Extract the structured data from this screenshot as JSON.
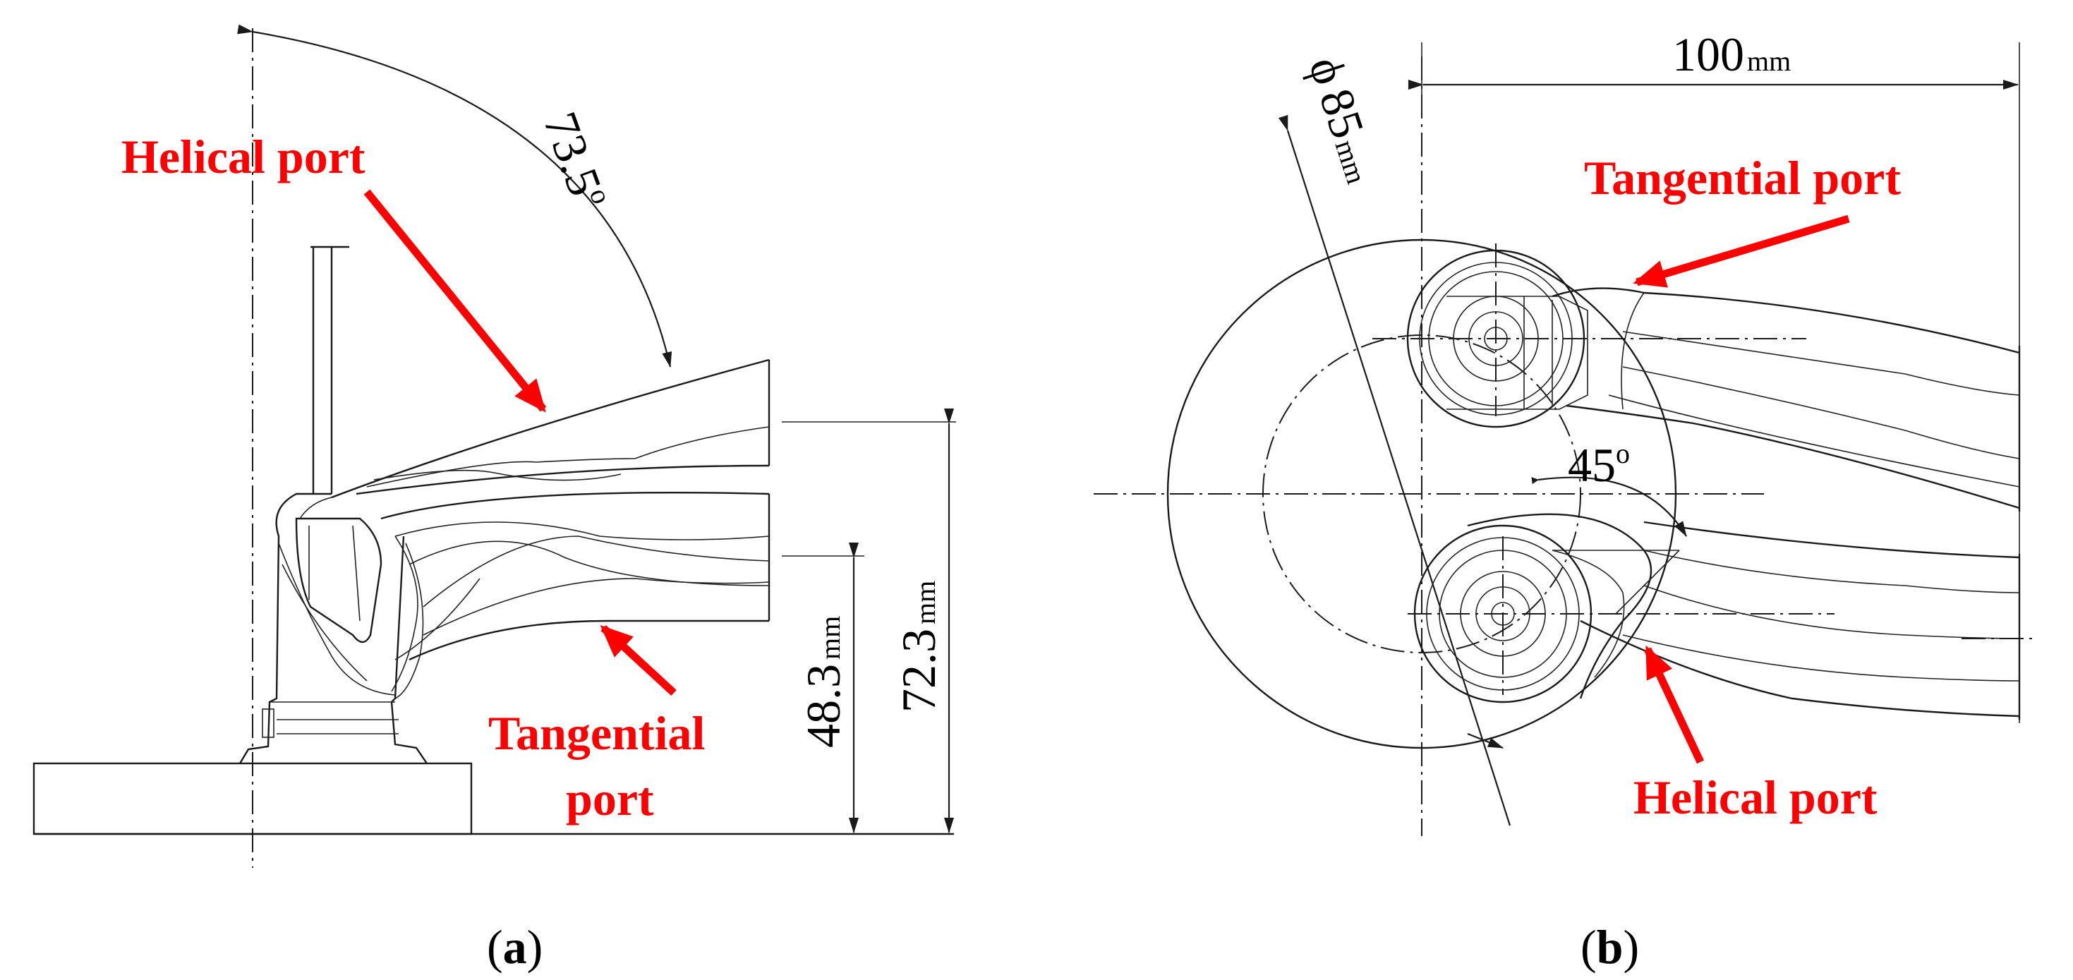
{
  "colors": {
    "annotation": "#ff0000",
    "line": "#1a1a1a",
    "background": "#ffffff"
  },
  "panel_a": {
    "caption_letter": "a",
    "helical_label": "Helical port",
    "tangential_label_line1": "Tangential",
    "tangential_label_line2": "port",
    "angle_value": "73.5",
    "angle_unit": "o",
    "dim_short_value": "48.3",
    "dim_short_unit": "mm",
    "dim_long_value": "72.3",
    "dim_long_unit": "mm"
  },
  "panel_b": {
    "caption_letter": "b",
    "width_value": "100",
    "width_unit": "mm",
    "diameter_symbol": "ϕ",
    "diameter_value": "85",
    "diameter_unit": "mm",
    "angle_value": "45",
    "angle_unit": "o",
    "tangential_label": "Tangential port",
    "helical_label": "Helical port"
  }
}
